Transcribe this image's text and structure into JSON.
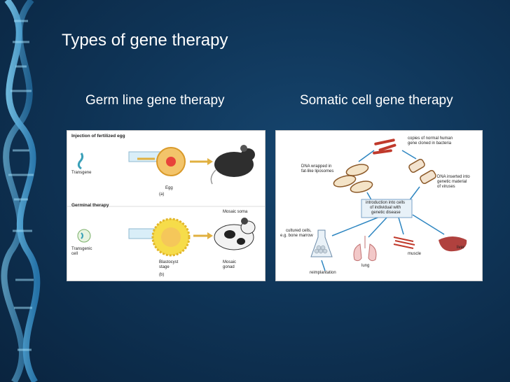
{
  "slide": {
    "title": "Types of gene therapy",
    "left_heading": "Germ line gene therapy",
    "right_heading": "Somatic cell gene therapy"
  },
  "germline_figure": {
    "panel_a_title": "Injection of fertilized egg",
    "transgene": "Transgene",
    "egg": "Egg",
    "panel_a_tag": "(a)",
    "panel_b_title": "Germinal therapy",
    "mosaic_soma": "Mosaic soma",
    "transgenic_cell_line1": "Transgenic",
    "transgenic_cell_line2": "cell",
    "blastocyst_line1": "Blastocyst",
    "blastocyst_line2": "stage",
    "panel_b_tag": "(b)",
    "mosaic_gonad_line1": "Mosaic",
    "mosaic_gonad_line2": "gonad"
  },
  "somatic_figure": {
    "copies_line1": "copies of normal human",
    "copies_line2": "gene cloned in bacteria",
    "dna_liposomes_line1": "DNA wrapped in",
    "dna_liposomes_line2": "fat-like liposomes",
    "dna_viruses_line1": "DNA inserted into",
    "dna_viruses_line2": "genetic material",
    "dna_viruses_line3": "of viruses",
    "intro_line1": "introduction into cells",
    "intro_line2": "of individual with",
    "intro_line3": "genetic disease",
    "cultured_line1": "cultured cells,",
    "cultured_line2": "e.g. bone marrow",
    "muscle": "muscle",
    "liver": "liver",
    "lung": "lung",
    "reimplantation": "reimplantation"
  },
  "colors": {
    "background": "#0f3558",
    "title_text": "#ffffff",
    "dna_strand": "#5fb6e6"
  }
}
